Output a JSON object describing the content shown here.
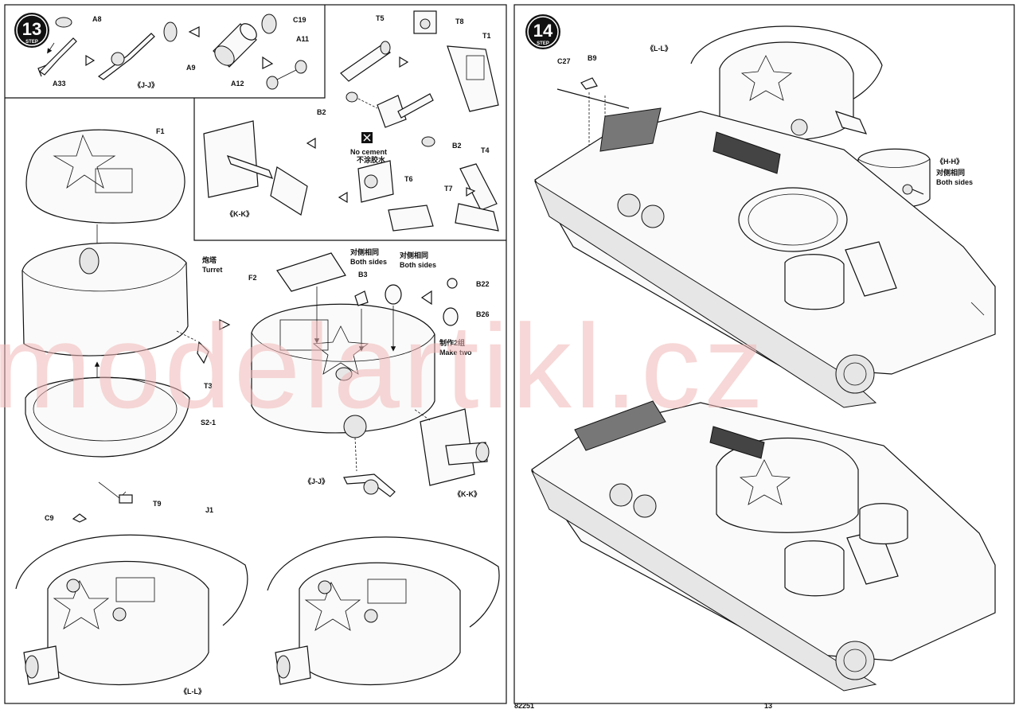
{
  "watermark": "modelartikl.cz",
  "left_page": {
    "step": "13",
    "step_word": "STEP",
    "parts": {
      "A8": "A8",
      "A33": "A33",
      "C19": "C19",
      "A9": "A9",
      "A11": "A11",
      "A12": "A12",
      "T5": "T5",
      "T8": "T8",
      "T1": "T1",
      "B2a": "B2",
      "B2b": "B2",
      "T4": "T4",
      "T6": "T6",
      "T7": "T7",
      "F1": "F1",
      "T3": "T3",
      "S2_1": "S2-1",
      "F2": "F2",
      "B3": "B3",
      "B22": "B22",
      "B26": "B26",
      "T9": "T9",
      "C9": "C9",
      "J1": "J1"
    },
    "views": {
      "jj_top": "《J-J》",
      "kk_inset": "《K-K》",
      "jj_bottom": "《J-J》",
      "kk_bottom": "《K-K》",
      "ll": "《L-L》"
    },
    "notes": {
      "no_cement_cn": "不涂胶水",
      "no_cement_en": "No cement",
      "turret_cn": "炮塔",
      "turret_en": "Turret",
      "both_sides_cn_1": "对侧相同",
      "both_sides_en_1": "Both sides",
      "both_sides_cn_2": "对侧相同",
      "both_sides_en_2": "Both sides",
      "make_two_cn": "制作2组",
      "make_two_en": "Make two"
    },
    "footer": "82251"
  },
  "right_page": {
    "step": "14",
    "step_word": "STEP",
    "parts": {
      "C27": "C27",
      "B9": "B9"
    },
    "views": {
      "ll": "《L-L》",
      "hh": "《H-H》"
    },
    "notes": {
      "both_sides_cn": "对侧相同",
      "both_sides_en": "Both sides"
    },
    "footer": "13"
  }
}
